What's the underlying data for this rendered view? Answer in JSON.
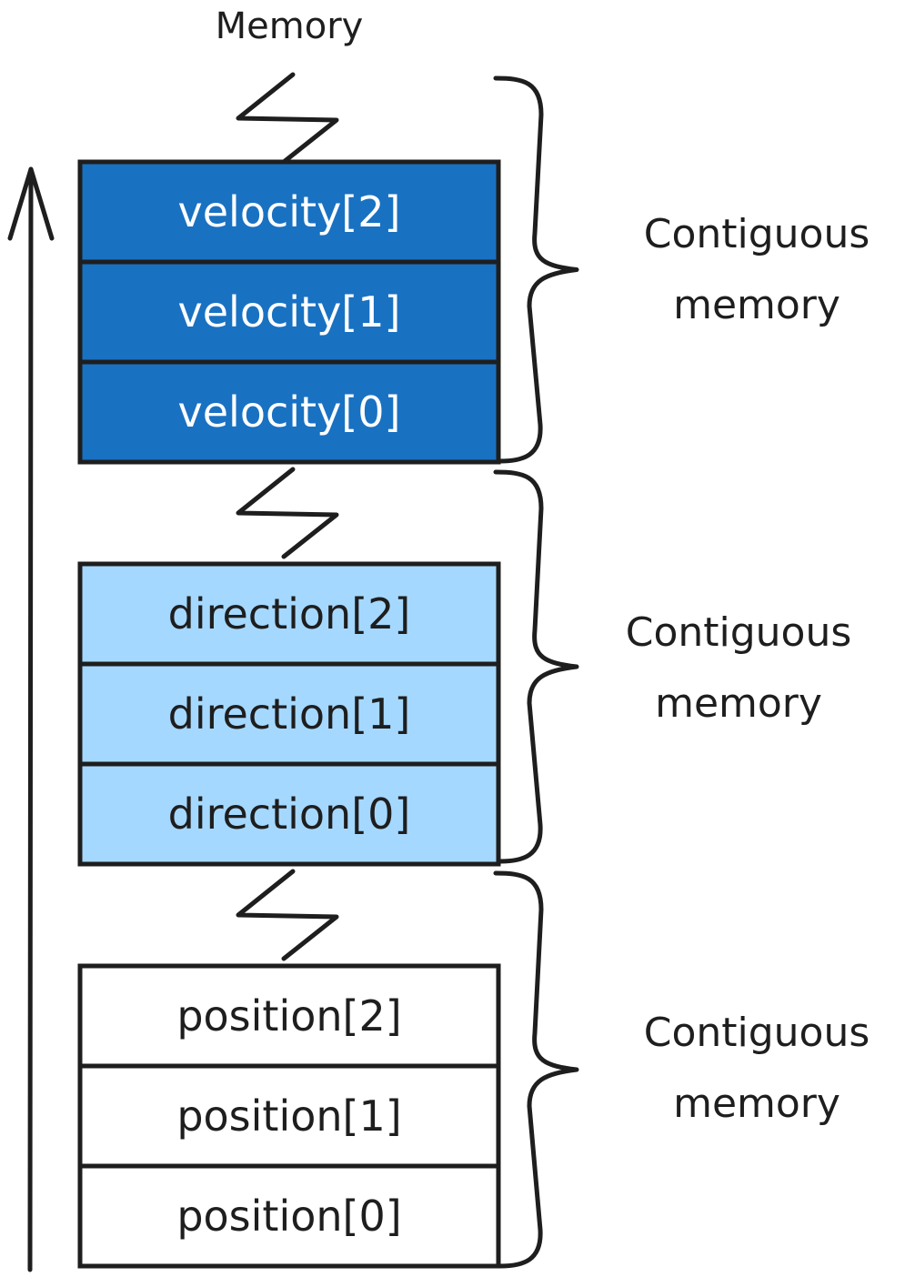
{
  "title": "Memory",
  "colors": {
    "stroke": "#1e1e1e",
    "dark_blue": "#1971c2",
    "light_blue": "#a5d8ff",
    "white": "#ffffff",
    "text_on_dark": "#ffffff",
    "text_on_light": "#1e1e1e"
  },
  "arrow": {
    "direction": "up",
    "meaning": "increasing memory address"
  },
  "blocks": [
    {
      "name": "velocity",
      "fill": "dark_blue",
      "text_color": "text_on_dark",
      "cells": [
        "velocity[2]",
        "velocity[1]",
        "velocity[0]"
      ],
      "brace_label": [
        "Contiguous",
        "memory"
      ]
    },
    {
      "name": "direction",
      "fill": "light_blue",
      "text_color": "text_on_light",
      "cells": [
        "direction[2]",
        "direction[1]",
        "direction[0]"
      ],
      "brace_label": [
        "Contiguous",
        "memory"
      ]
    },
    {
      "name": "position",
      "fill": "white",
      "text_color": "text_on_light",
      "cells": [
        "position[2]",
        "position[1]",
        "position[0]"
      ],
      "brace_label": [
        "Contiguous",
        "memory"
      ]
    }
  ]
}
